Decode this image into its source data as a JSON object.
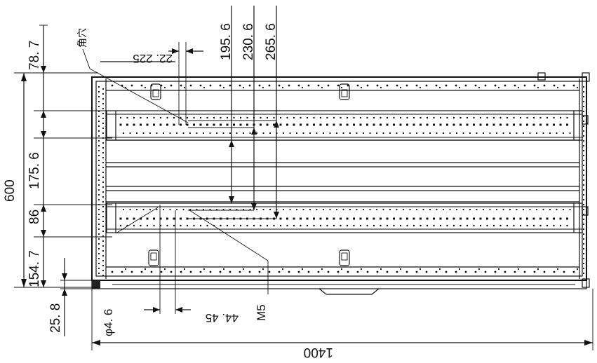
{
  "drawing": {
    "dimensions": {
      "d1400": "1400",
      "d600": "600",
      "d78_7": "78. 7",
      "d175_6": "175. 6",
      "d86": "86",
      "d154_7": "154. 7",
      "d25_8": "25. 8",
      "d4_6": "φ4. 6",
      "d44_45": "44. 45",
      "d22_225": "22. 225",
      "d195_6": "195. 6",
      "d230_6": "230. 6",
      "d265_6": "265. 6"
    },
    "callouts": {
      "square_hole": "角穴",
      "m5": "M5"
    }
  }
}
